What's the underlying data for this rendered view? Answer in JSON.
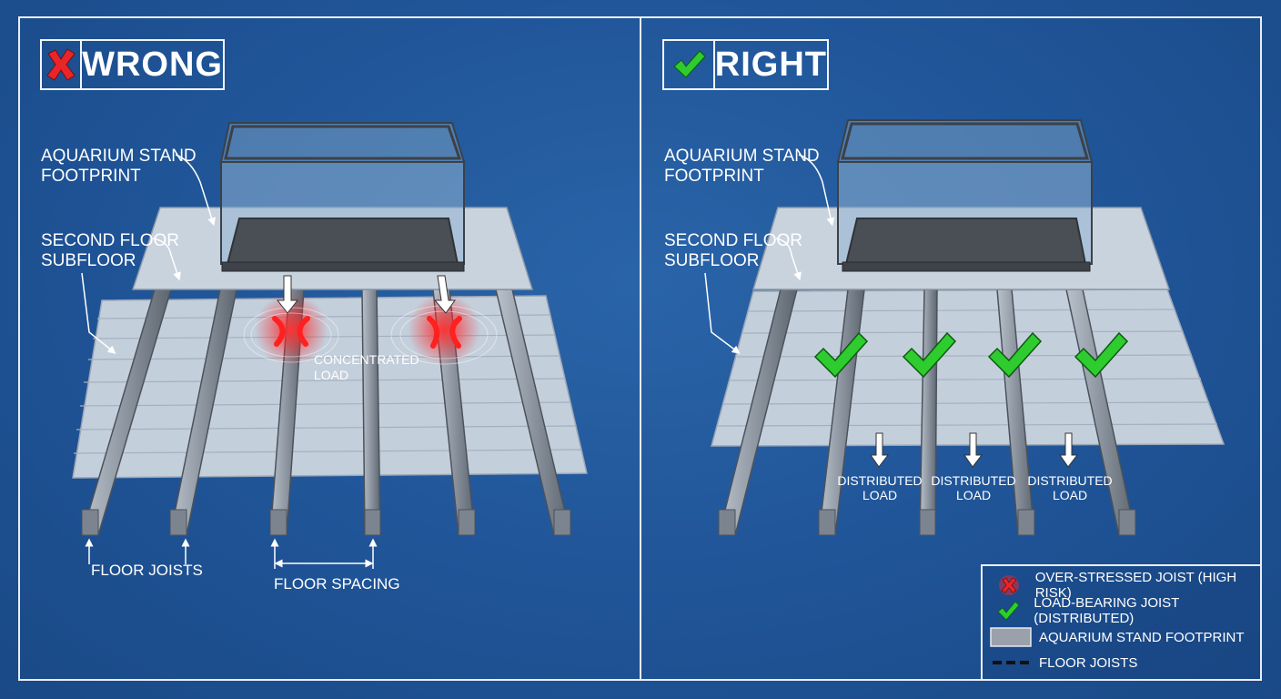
{
  "panels": {
    "wrong": {
      "title": "WRONG",
      "label_stand_1": "AQUARIUM STAND",
      "label_stand_2": "FOOTPRINT",
      "label_subfloor_1": "SECOND FLOOR",
      "label_subfloor_2": "SUBFLOOR",
      "label_concentrated_1": "CONCENTRATED",
      "label_concentrated_2": "LOAD",
      "label_joists": "FLOOR JOISTS",
      "label_spacing": "FLOOR SPACING"
    },
    "right": {
      "title": "RIGHT",
      "label_stand_1": "AQUARIUM STAND",
      "label_stand_2": "FOOTPRINT",
      "label_subfloor_1": "SECOND FLOOR",
      "label_subfloor_2": "SUBFLOOR",
      "distributed_1": "DISTRIBUTED",
      "distributed_2": "LOAD"
    }
  },
  "legend": {
    "items": [
      {
        "icon": "red-stress-x-icon",
        "label": "OVER-STRESSED JOIST (HIGH RISK)"
      },
      {
        "icon": "green-check-icon",
        "label": "LOAD-BEARING JOIST (DISTRIBUTED)"
      },
      {
        "icon": "gray-footprint-swatch",
        "label": "AQUARIUM STAND FOOTPRINT"
      },
      {
        "icon": "dashed-line-icon",
        "label": "FLOOR JOISTS"
      }
    ]
  },
  "colors": {
    "background": "#1f5497",
    "wrong_accent": "#e8262a",
    "right_accent": "#2ecc2e",
    "line": "#e9eef6"
  }
}
